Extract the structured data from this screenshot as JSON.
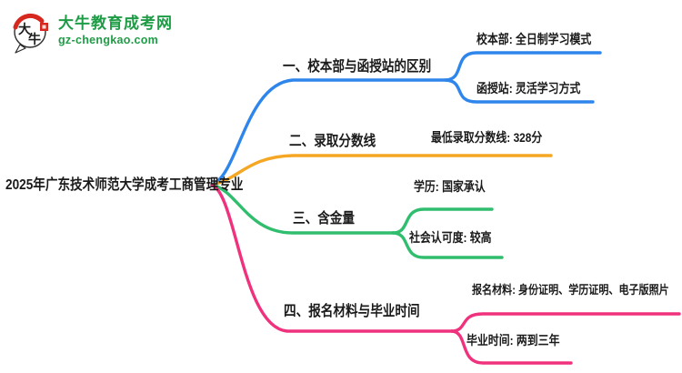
{
  "colors": {
    "bg": "#FFFFFF",
    "text": "#1A1A1A",
    "blue": "#2E86EC",
    "orange": "#F5A623",
    "green": "#30BE6E",
    "pink": "#F0327E",
    "brand-green": "#1E9C46",
    "seal-red": "#D7281F"
  },
  "logo": {
    "badge_chars": "大牛",
    "title": "大牛教育成考网",
    "url": "gz-chengkao.com"
  },
  "mindmap": {
    "root": {
      "label": "2025年广东技术师范大学成考工商管理专业"
    },
    "branches": [
      {
        "id": "campus-vs-station",
        "color": "blue",
        "label": "一、校本部与函授站的区别",
        "children": [
          "校本部: 全日制学习模式",
          "函授站: 灵活学习方式"
        ]
      },
      {
        "id": "admission-score",
        "color": "orange",
        "label": "二、录取分数线",
        "children": [
          "最低录取分数线: 328分"
        ]
      },
      {
        "id": "value",
        "color": "green",
        "label": "三、含金量",
        "children": [
          "学历: 国家承认",
          "社会认可度: 较高"
        ]
      },
      {
        "id": "materials-graduation",
        "color": "pink",
        "label": "四、报名材料与毕业时间",
        "children": [
          "报名材料: 身份证明、学历证明、电子版照片",
          "毕业时间: 两到三年"
        ]
      }
    ]
  }
}
